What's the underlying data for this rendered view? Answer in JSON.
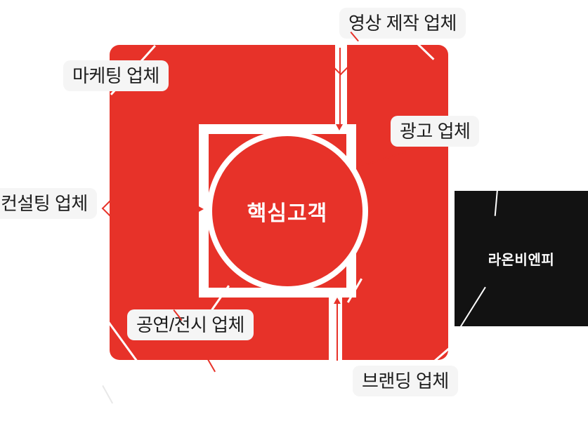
{
  "diagram": {
    "center_label": "핵심고객",
    "labels": {
      "marketing": "마케팅 업체",
      "video_production": "영상 제작 업체",
      "advertising": "광고 업체",
      "consulting": "컨설팅 업체",
      "performance_exhibition": "공연/전시 업체",
      "branding": "브랜딩 업체"
    },
    "company_label": "라온비엔피",
    "colors": {
      "red": "#e73229",
      "black_box": "#121212",
      "label_bg": "#f5f5f5",
      "label_text": "#1d1d1d",
      "center_text": "#ffffff"
    }
  }
}
